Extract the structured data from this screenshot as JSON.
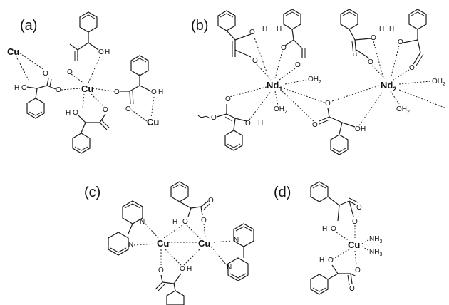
{
  "panels": {
    "a": {
      "label": "(a)",
      "center_metal": "Cu",
      "bridged_metals": [
        "Cu",
        "Cu"
      ]
    },
    "b": {
      "label": "(b)",
      "metal_symbol": "Nd",
      "metal_1_index": "1",
      "metal_2_index": "2",
      "water_ligand": "OH",
      "water_subscript": "2"
    },
    "c": {
      "label": "(c)",
      "metal_left": "Cu",
      "metal_right": "Cu",
      "nitrogen": "N"
    },
    "d": {
      "label": "(d)",
      "metal": "Cu",
      "ammine": "NH",
      "ammine_subscript": "3"
    }
  },
  "atoms": {
    "oxygen": "O",
    "hydroxyl": "H"
  }
}
